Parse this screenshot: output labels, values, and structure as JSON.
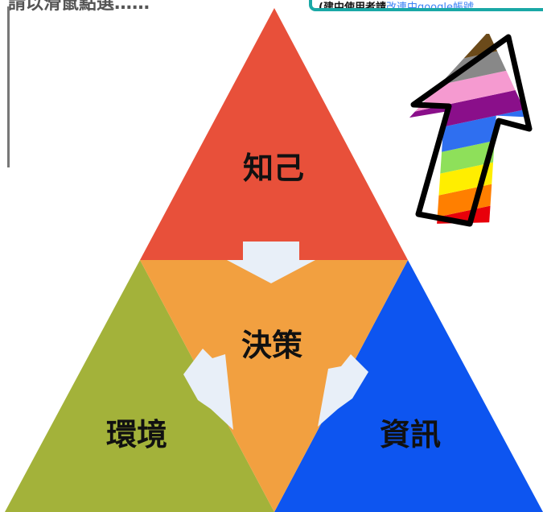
{
  "top_text": "請以滑鼠點選……",
  "notice": {
    "prefix": "(建中使用者請",
    "link": "改連中google帳號"
  },
  "diagram": {
    "labels": {
      "top": "知己",
      "center": "決策",
      "left": "環境",
      "right": "資訊"
    },
    "colors": {
      "top": "#e8503a",
      "center": "#f2a040",
      "left": "#a3b23a",
      "right": "#0d55f0",
      "arrow": "#e8eff8"
    }
  },
  "arrow_stripe_colors": [
    "#e8000a",
    "#ff7f00",
    "#ffee00",
    "#8ee05a",
    "#2f6ff0",
    "#8a0f8a",
    "#f59ad0",
    "#888888",
    "#6b4a1a"
  ]
}
